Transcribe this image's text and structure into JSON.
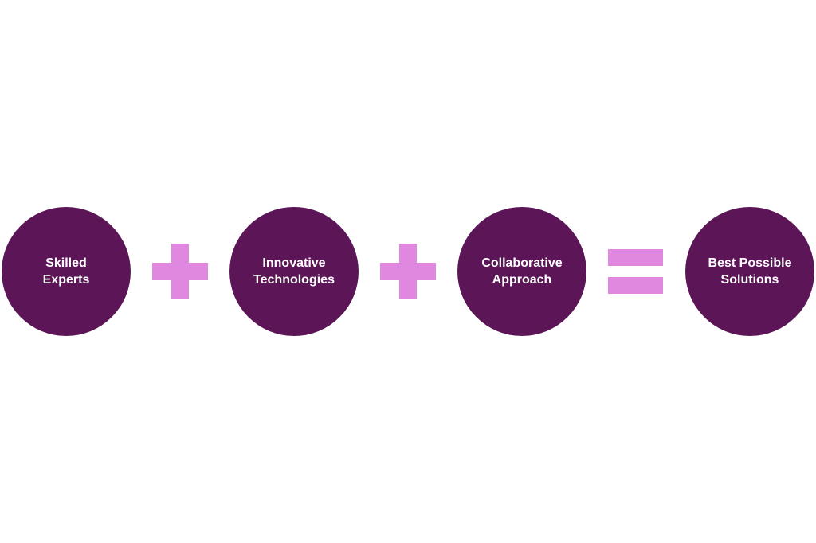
{
  "colors": {
    "circle": "#5c1658",
    "operator": "#e087e0",
    "text": "#ffffff",
    "background": "#ffffff"
  },
  "nodes": [
    {
      "line1": "Skilled",
      "line2": "Experts"
    },
    {
      "line1": "Innovative",
      "line2": "Technologies"
    },
    {
      "line1": "Collaborative",
      "line2": "Approach"
    },
    {
      "line1": "Best Possible",
      "line2": "Solutions"
    }
  ],
  "operators": [
    "plus",
    "plus",
    "equals"
  ]
}
